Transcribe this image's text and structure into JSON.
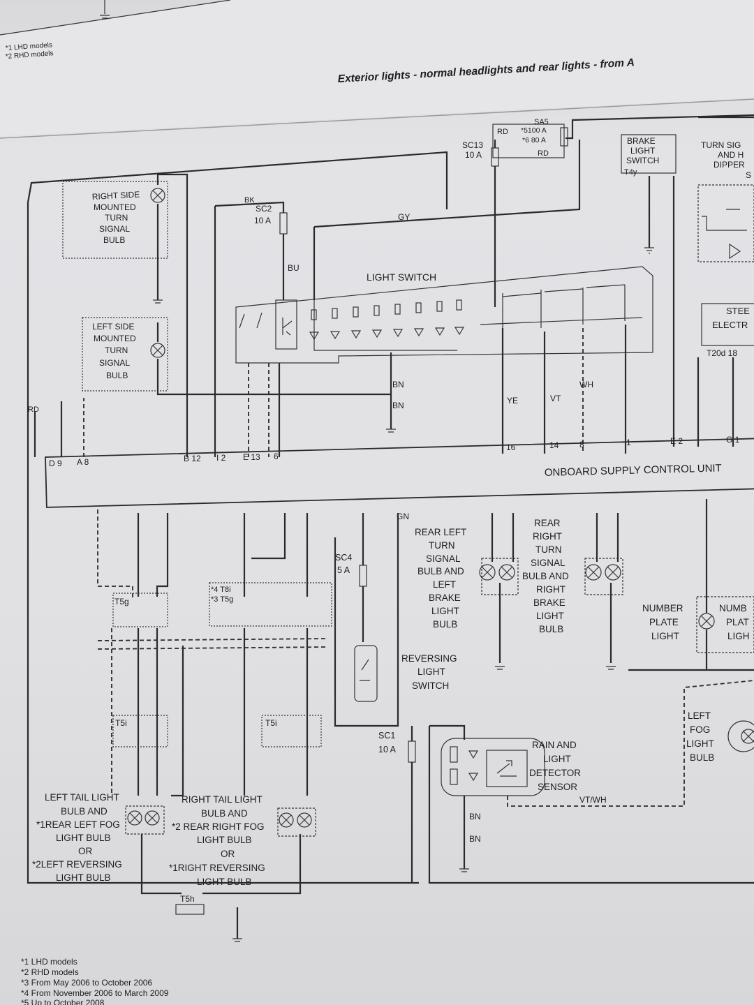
{
  "header": {
    "top_notes": [
      "*1 LHD models",
      "*2 RHD models"
    ],
    "title": "Exterior lights - normal headlights and rear lights - from A"
  },
  "fuses": {
    "sa5": {
      "id": "SA5",
      "lines": [
        "*5100 A",
        "*6 80 A"
      ]
    },
    "sc13": {
      "id": "SC13",
      "rating": "10 A"
    },
    "sc2": {
      "id": "SC2",
      "rating": "10 A"
    },
    "sc4": {
      "id": "SC4",
      "rating": "5 A"
    },
    "sc1": {
      "id": "SC1",
      "rating": "10 A"
    }
  },
  "components": {
    "right_side_turn": [
      "RIGHT SIDE",
      "MOUNTED",
      "TURN",
      "SIGNAL",
      "BULB"
    ],
    "left_side_turn": [
      "LEFT SIDE",
      "MOUNTED",
      "TURN",
      "SIGNAL",
      "BULB"
    ],
    "light_switch": "LIGHT SWITCH",
    "brake_switch": [
      "BRAKE",
      "LIGHT",
      "SWITCH"
    ],
    "turn_sig": [
      "TURN SIG",
      "AND H",
      "DIPPER",
      "S"
    ],
    "steering": [
      "STEE",
      "ELECTR"
    ],
    "onboard": "ONBOARD SUPPLY CONTROL UNIT",
    "rear_left": [
      "REAR LEFT",
      "TURN",
      "SIGNAL",
      "BULB AND",
      "LEFT",
      "BRAKE",
      "LIGHT",
      "BULB"
    ],
    "rear_right": [
      "REAR",
      "RIGHT",
      "TURN",
      "SIGNAL",
      "BULB AND",
      "RIGHT",
      "BRAKE",
      "LIGHT",
      "BULB"
    ],
    "number_plate": [
      "NUMBER",
      "PLATE",
      "LIGHT"
    ],
    "number_plate_2": [
      "NUMB",
      "PLAT",
      "LIGH"
    ],
    "reversing": [
      "REVERSING",
      "LIGHT",
      "SWITCH"
    ],
    "rain": [
      "RAIN AND",
      "LIGHT",
      "DETECTOR",
      "SENSOR"
    ],
    "left_fog": [
      "LEFT",
      "FOG",
      "LIGHT",
      "BULB"
    ],
    "left_tail": [
      "LEFT TAIL LIGHT",
      "BULB AND",
      "*1REAR LEFT FOG",
      "LIGHT BULB",
      "OR",
      "*2LEFT REVERSING",
      "LIGHT BULB"
    ],
    "right_tail": [
      "RIGHT TAIL LIGHT",
      "BULB AND",
      "*2 REAR RIGHT FOG",
      "LIGHT BULB",
      "OR",
      "*1RIGHT REVERSING",
      "LIGHT BULB"
    ],
    "ground_t5h": "T5h"
  },
  "footnotes": [
    "*1 LHD models",
    "*2 RHD models",
    "*3 From May 2006 to October 2006",
    "*4 From November 2006 to March 2009",
    "*5 Up to October 2008"
  ],
  "wire_labels": [
    {
      "text": "RD"
    },
    {
      "text": "RD"
    },
    {
      "text": "GY"
    },
    {
      "text": "BK"
    },
    {
      "text": "BN"
    },
    {
      "text": "BN"
    },
    {
      "text": "BN"
    },
    {
      "text": "BN"
    },
    {
      "text": "YE"
    },
    {
      "text": "VT"
    },
    {
      "text": "WH"
    },
    {
      "text": "GN"
    },
    {
      "text": "BU"
    },
    {
      "text": "VT/WH"
    }
  ],
  "connectors": {
    "d9": "D 9",
    "a8": "A 8",
    "b12": "B 12",
    "i2": "I 2",
    "e13": "E 13",
    "e6": "6",
    "n16": "16",
    "n14": "14",
    "n8": "8",
    "n1": "1",
    "e2": "E 2",
    "g1": "G 1",
    "t4y": "T4y",
    "t20d": "T20d 18",
    "t5g": "T5g",
    "t5i": "T5i",
    "t8i": "*4 T8i",
    "t5g3": "*3 T5g"
  }
}
